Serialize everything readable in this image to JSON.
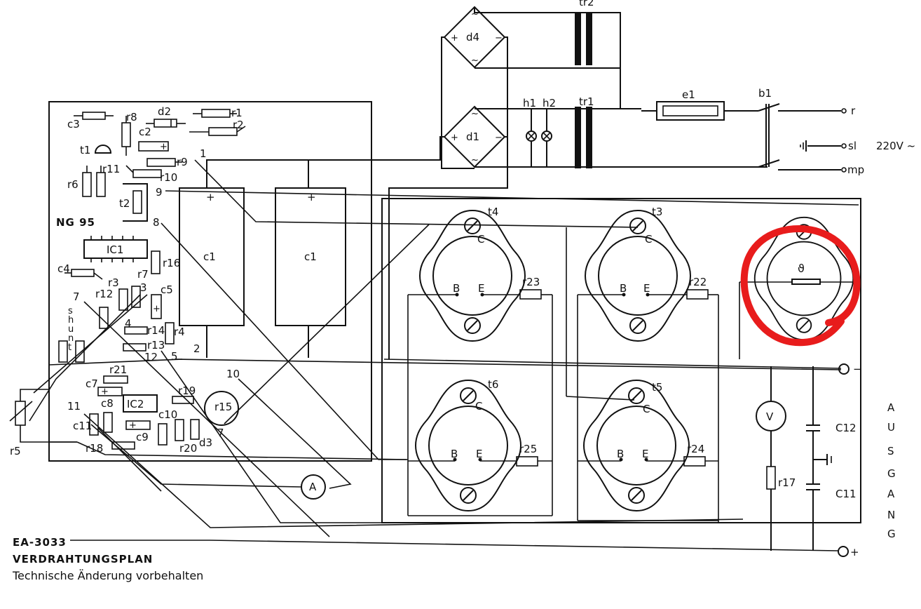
{
  "labels": {
    "tr2": "tr2",
    "d4": "d4",
    "d1": "d1",
    "h1": "h1",
    "h2": "h2",
    "tr1": "tr1",
    "e1": "e1",
    "b1": "b1",
    "r": "r",
    "sl": "sl",
    "mp": "mp",
    "mains": "220V ~",
    "c3": "c3",
    "r8": "r8",
    "d2": "d2",
    "r1": "r1",
    "r2": "r2",
    "c2": "c2",
    "t1": "t1",
    "r9": "r9",
    "r10": "r10",
    "r11": "r11",
    "r6": "r6",
    "t2": "t2",
    "board": "NG 95",
    "ic1": "IC1",
    "r16": "r16",
    "c4": "c4",
    "r3": "r3",
    "r7": "r7",
    "c5": "c5",
    "r12": "r12",
    "shunt": "shunt",
    "r14": "r14",
    "r4": "r4",
    "r13": "r13",
    "r21": "r21",
    "c7": "c7",
    "ic2": "IC2",
    "r19": "r19",
    "r15": "r15",
    "c8": "c8",
    "c10": "c10",
    "c11a": "c11",
    "c9": "c9",
    "r20": "r20",
    "d3": "d3",
    "r18": "r18",
    "r5": "r5",
    "c1a": "c1",
    "c1b": "c1",
    "n1": "1",
    "n2": "2",
    "n3": "3",
    "n4": "4",
    "n5": "5",
    "n7": "7",
    "n7b": "7",
    "n8": "8",
    "n9": "9",
    "n10": "10",
    "n11": "11",
    "n12": "12",
    "t4": "t4",
    "t3": "t3",
    "t5": "t5",
    "t6": "t6",
    "b": "B",
    "e": "E",
    "c": "C",
    "r22": "r22",
    "r23": "r23",
    "r24": "r24",
    "r25": "r25",
    "r17": "r17",
    "c12": "C12",
    "c11b": "C11",
    "voltmeter": "V",
    "ammeter": "A",
    "theta": "ϑ",
    "minus": "−",
    "plus": "+",
    "ausgang": [
      "A",
      "U",
      "S",
      "G",
      "A",
      "N",
      "G"
    ]
  },
  "footer": {
    "model": "EA-3033",
    "title": "VERDRAHTUNGSPLAN",
    "note": "Technische Änderung vorbehalten"
  },
  "colors": {
    "ink": "#111111",
    "highlight": "#e81c1c"
  }
}
